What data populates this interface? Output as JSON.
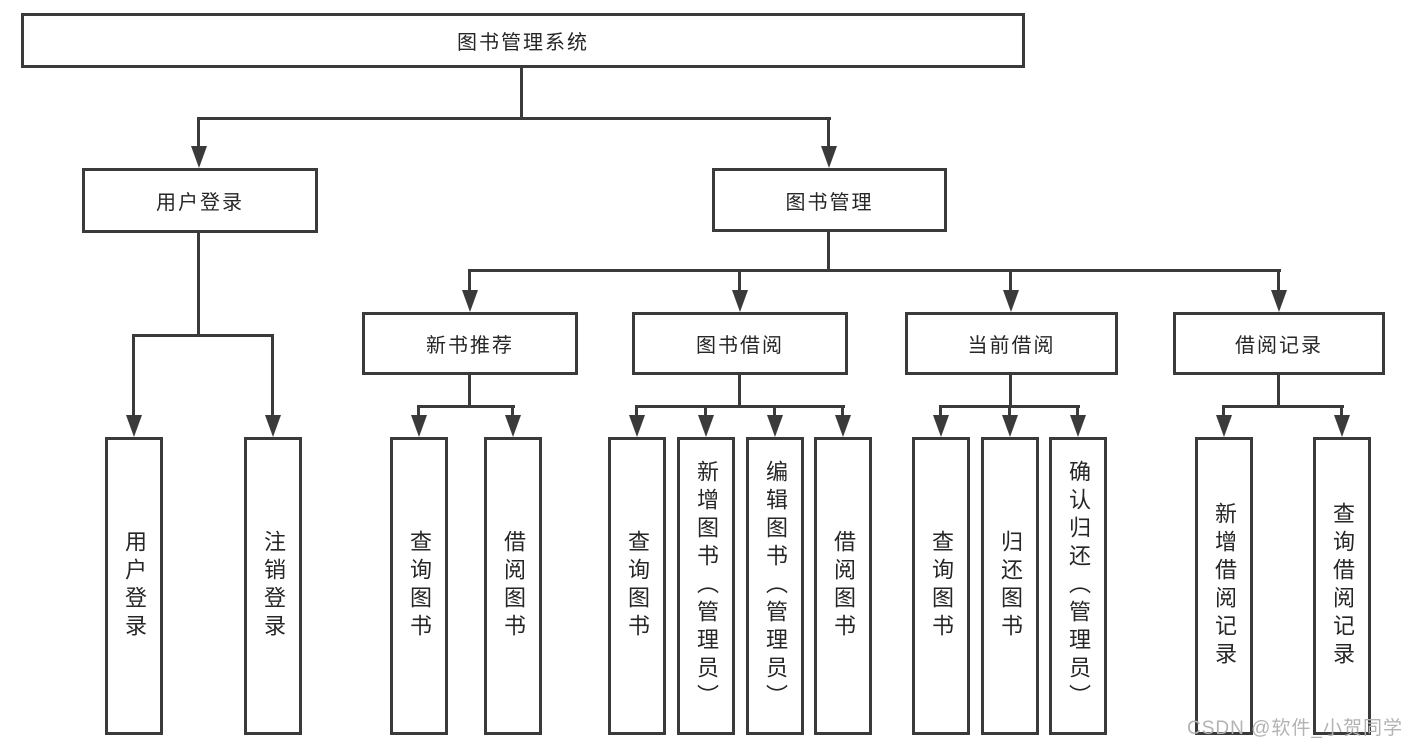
{
  "diagram": {
    "root": {
      "label": "图书管理系统"
    },
    "level2": [
      {
        "label": "用户登录"
      },
      {
        "label": "图书管理"
      }
    ],
    "level3": [
      {
        "label": "新书推荐"
      },
      {
        "label": "图书借阅"
      },
      {
        "label": "当前借阅"
      },
      {
        "label": "借阅记录"
      }
    ],
    "leaves": {
      "user_login": [
        {
          "label": "用户登录"
        },
        {
          "label": "注销登录"
        }
      ],
      "new_book_recommend": [
        {
          "label": "查询图书"
        },
        {
          "label": "借阅图书"
        }
      ],
      "book_borrow": [
        {
          "label": "查询图书"
        },
        {
          "label": "新增图书（管理员）"
        },
        {
          "label": "编辑图书（管理员）"
        },
        {
          "label": "借阅图书"
        }
      ],
      "current_borrow": [
        {
          "label": "查询图书"
        },
        {
          "label": "归还图书"
        },
        {
          "label": "确认归还（管理员）"
        }
      ],
      "borrow_records": [
        {
          "label": "新增借阅记录"
        },
        {
          "label": "查询借阅记录"
        }
      ]
    },
    "watermark": "CSDN @软件_小贺同学",
    "colors": {
      "line": "#3a3a3a",
      "text": "#262626",
      "background": "#ffffff",
      "watermark": "#b3b3b3"
    }
  }
}
